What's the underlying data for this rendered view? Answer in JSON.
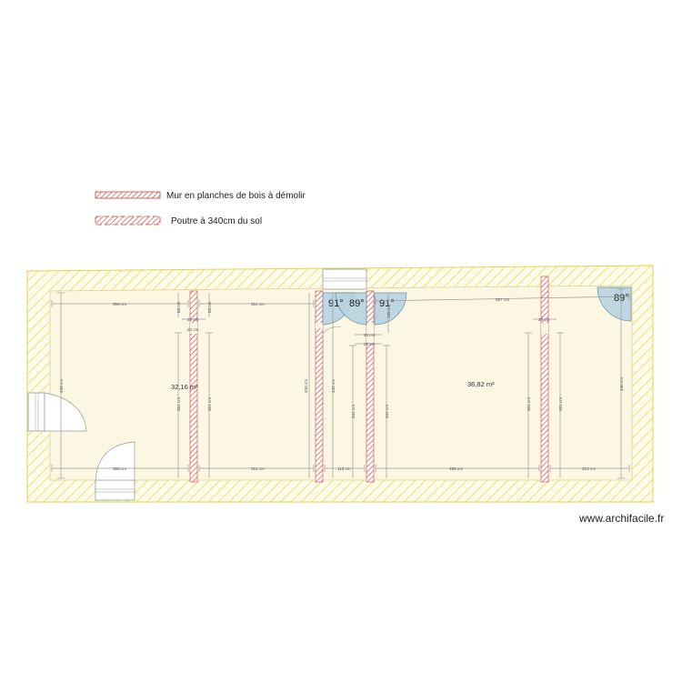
{
  "legend": [
    {
      "label": "Mur en planches de bois à démolir"
    },
    {
      "label": "Poutre à 340cm du sol"
    }
  ],
  "rooms": {
    "left_area": "32,16 m²",
    "right_area": "36,82 m²"
  },
  "door_angles": {
    "a": "91°",
    "b": "89°",
    "c": "91°",
    "d": "89°"
  },
  "dimensions": {
    "top_left": "358 cm",
    "top_middle": "311 cm",
    "top_right": "687 cm",
    "bottom_left": "358 cm",
    "bottom_middle": "311 cm",
    "bottom_113": "113 cm",
    "bottom_495": "495 cm",
    "bottom_213": "213 cm",
    "height_left": "430 cm",
    "height_right": "430 cm",
    "height_430_a": "430 cm",
    "height_430_b": "430 cm",
    "beam_301_a": "301 cm",
    "beam_301_b": "301 cm",
    "beam_301_c": "301 cm",
    "beam_301_d": "301 cm",
    "h342_a": "342 cm",
    "h342_b": "342 cm",
    "small_20_a": "20 cm",
    "small_20_b": "20 cm",
    "small_20_c": "20 cm",
    "small_20_d": "20 cm",
    "small_20_e": "20 cm",
    "small_83_a": "83 cm",
    "small_83_b": "83 cm",
    "small_105": "105 cm"
  },
  "watermark": "www.archifacile.fr",
  "colors": {
    "wall_hatch": "#e8d34a",
    "floor": "#fcf7e3",
    "demolish_wall": "#d0413a",
    "door": "#8fb8cc"
  }
}
